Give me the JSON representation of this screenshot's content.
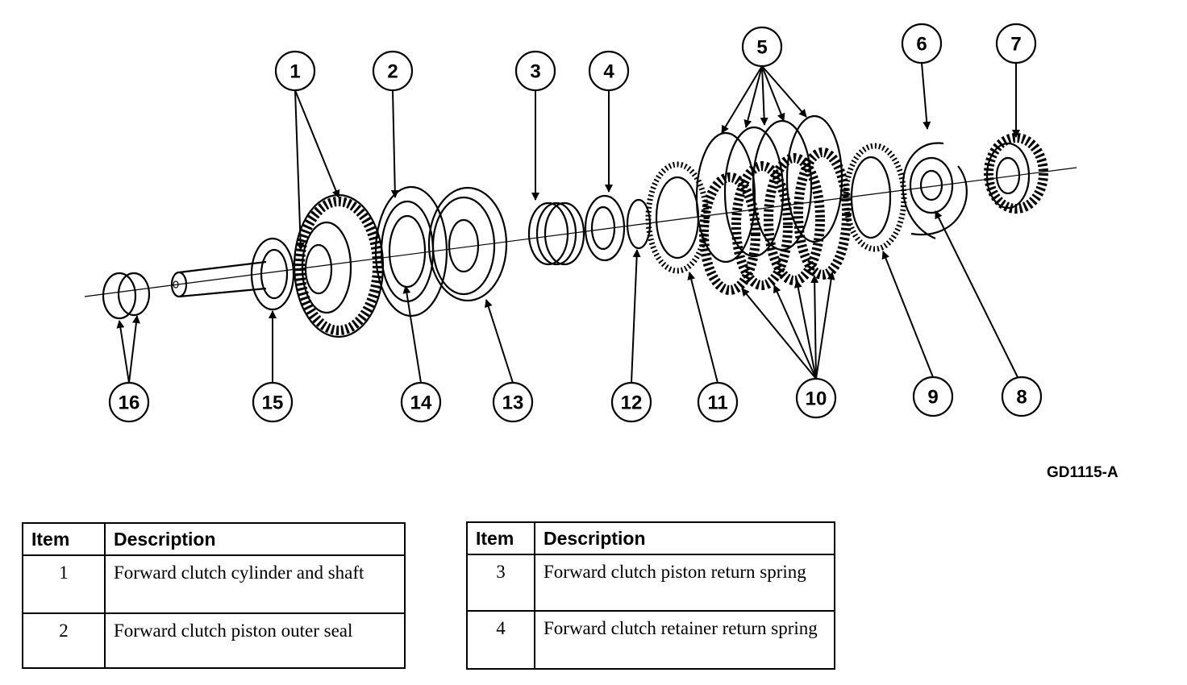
{
  "diagram": {
    "reference_code": "GD1115-A",
    "callouts": [
      {
        "number": "1"
      },
      {
        "number": "2"
      },
      {
        "number": "3"
      },
      {
        "number": "4"
      },
      {
        "number": "5"
      },
      {
        "number": "6"
      },
      {
        "number": "7"
      },
      {
        "number": "8"
      },
      {
        "number": "9"
      },
      {
        "number": "10"
      },
      {
        "number": "11"
      },
      {
        "number": "12"
      },
      {
        "number": "13"
      },
      {
        "number": "14"
      },
      {
        "number": "15"
      },
      {
        "number": "16"
      }
    ]
  },
  "legend_tables": [
    {
      "headers": {
        "item": "Item",
        "description": "Description"
      },
      "rows": [
        {
          "item": "1",
          "description": "Forward clutch cylinder and shaft"
        },
        {
          "item": "2",
          "description": "Forward clutch piston outer seal"
        }
      ]
    },
    {
      "headers": {
        "item": "Item",
        "description": "Description"
      },
      "rows": [
        {
          "item": "3",
          "description": "Forward clutch piston return spring"
        },
        {
          "item": "4",
          "description": "Forward clutch retainer return spring"
        }
      ]
    }
  ]
}
